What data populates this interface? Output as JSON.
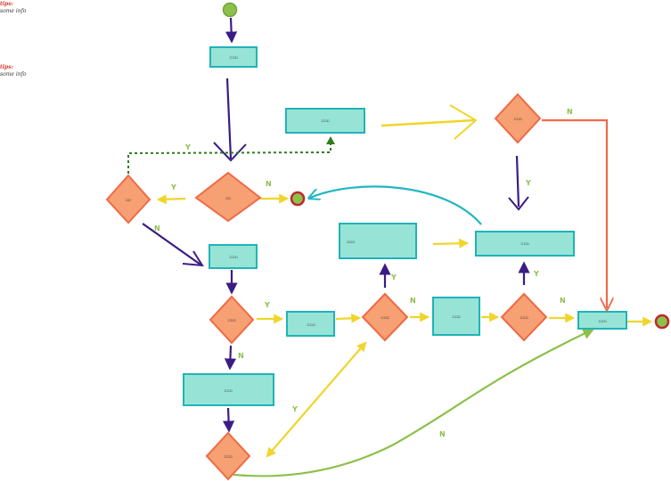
{
  "tips": [
    {
      "title": "tips:",
      "body": "some info"
    },
    {
      "title": "tips:",
      "body": "some info"
    }
  ],
  "colors": {
    "process_fill": "#97e4d6",
    "process_stroke": "#1fb3b8",
    "decision_fill": "#f6a073",
    "decision_stroke": "#ef6a45",
    "flow_purple": "#3b1c84",
    "flow_yellow": "#f0d52a",
    "flow_teal": "#22b6c1",
    "flow_green": "#8cc04a",
    "flow_orange": "#ef6a4a",
    "dotted_green": "#2e7d1e",
    "start_fill": "#8cc04a",
    "end_stroke": "#c0272d"
  },
  "nodes": {
    "p1": "▫▫▫",
    "p2": "▫▫▫",
    "d1": "▫▫",
    "d0": "▫▫",
    "p3": "▫▫▫",
    "d2": "▫▫▫",
    "p4": "▫▫▫",
    "d3": "▫▫▫",
    "p5": "▫▫▫",
    "p6": "▫▫▫",
    "d4": "▫▫▫",
    "p7": "▫▫▫",
    "d5": "▫▫▫",
    "p8": "▫▫▫",
    "p9": "▫▫▫",
    "d6": "▫▫▫"
  },
  "edge_labels": {
    "y_dotted": "Y",
    "y_d1_d0": "Y",
    "n_d1_end": "N",
    "n_d0_p3": "N",
    "y_d2_p4": "Y",
    "n_d2_p9": "N",
    "y_d4_p5": "Y",
    "n_d4_p7": "N",
    "y_d5_p6": "Y",
    "n_d5_p8": "N",
    "n_d6_p8": "N",
    "y_d6_d4": "Y",
    "n_d7_p8": "N",
    "y_d3_d7": "Y"
  }
}
